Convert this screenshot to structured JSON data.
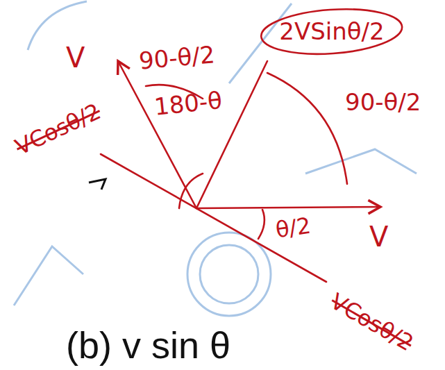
{
  "diagram": {
    "nodes": [
      {
        "text": [
          "2VSinθ/2"
        ]
      }
    ],
    "labels": [
      "V",
      "90-θ/2",
      "180-θ",
      "90-θ/2",
      "VCosθ/2",
      "θ/2",
      "V",
      "VCosθ/2",
      "(b) v sin θ"
    ]
  }
}
